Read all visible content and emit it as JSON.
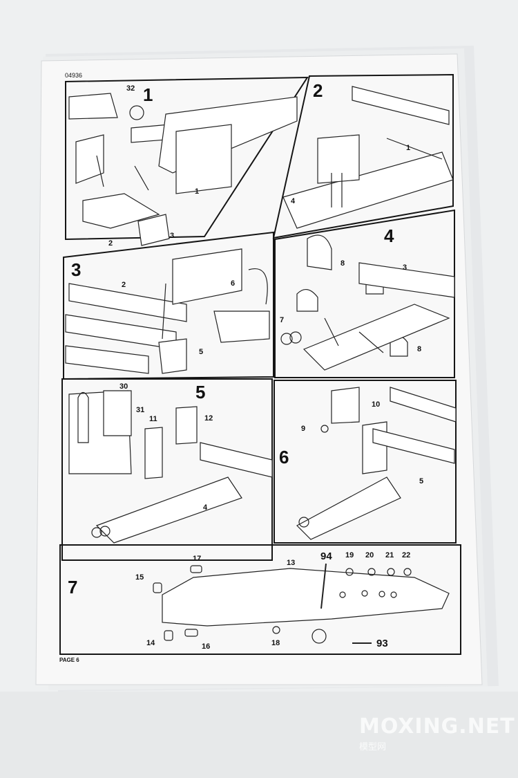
{
  "sheet": {
    "kit_code": "04936",
    "page_label": "PAGE 6"
  },
  "steps": [
    {
      "number": "1",
      "parts": [
        "32",
        "1",
        "2",
        "3"
      ]
    },
    {
      "number": "2",
      "parts": [
        "1",
        "4"
      ]
    },
    {
      "number": "3",
      "parts": [
        "2",
        "6",
        "5"
      ]
    },
    {
      "number": "4",
      "parts": [
        "3",
        "8",
        "7",
        "8"
      ]
    },
    {
      "number": "5",
      "parts": [
        "30",
        "31",
        "11",
        "12",
        "4"
      ]
    },
    {
      "number": "6",
      "parts": [
        "10",
        "9",
        "5"
      ]
    },
    {
      "number": "7",
      "parts": [
        "17",
        "15",
        "13",
        "94",
        "19",
        "20",
        "21",
        "22",
        "14",
        "16",
        "18",
        "93"
      ]
    }
  ],
  "watermark": {
    "site": "MOXING.NET",
    "chinese": "模型网"
  },
  "colors": {
    "paper": "#f8f8f8",
    "ink": "#151515",
    "background": "#eef0f1"
  }
}
